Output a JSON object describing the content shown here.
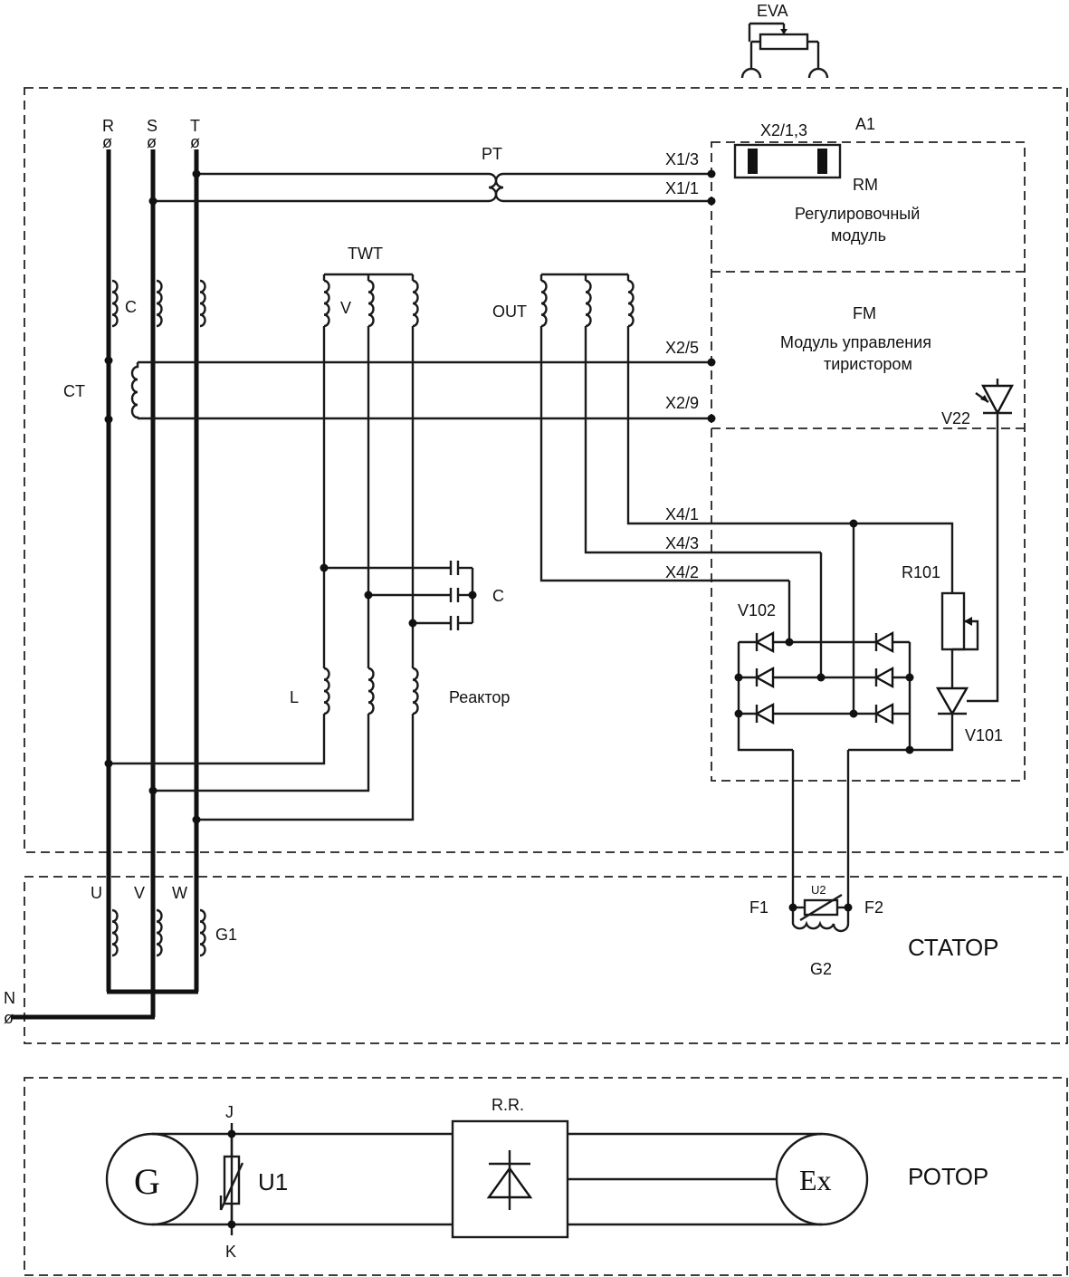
{
  "phases": {
    "r": "R",
    "s": "S",
    "t": "T"
  },
  "terminal_symbol": "ø",
  "modules": {
    "a1": "A1",
    "rm_code": "RM",
    "rm_name_line1": "Регулировочный",
    "rm_name_line2": "модуль",
    "fm_code": "FM",
    "fm_name_line1": "Модуль управления",
    "fm_name_line2": "тиристором",
    "x2_13": "X2/1,3"
  },
  "components": {
    "eva": "EVA",
    "pt": "PT",
    "twt": "TWT",
    "twt_v": "V",
    "out": "OUT",
    "c_top": "C",
    "ct": "CT",
    "c_caps": "C",
    "l": "L",
    "reactor": "Реактор",
    "v22": "V22",
    "r101": "R101",
    "v102": "V102",
    "v101": "V101",
    "u2": "U2",
    "g2": "G2",
    "f1": "F1",
    "f2": "F2",
    "g1": "G1",
    "u": "U",
    "v": "V",
    "w": "W",
    "n": "N",
    "j": "J",
    "k": "K",
    "u1": "U1",
    "rr": "R.R.",
    "g": "G",
    "ex": "Ex"
  },
  "terminals": {
    "x1_3": "X1/3",
    "x1_1": "X1/1",
    "x2_5": "X2/5",
    "x2_9": "X2/9",
    "x4_1": "X4/1",
    "x4_3": "X4/3",
    "x4_2": "X4/2"
  },
  "sections": {
    "stator": "СТАТОР",
    "rotor": "РОТОР"
  }
}
